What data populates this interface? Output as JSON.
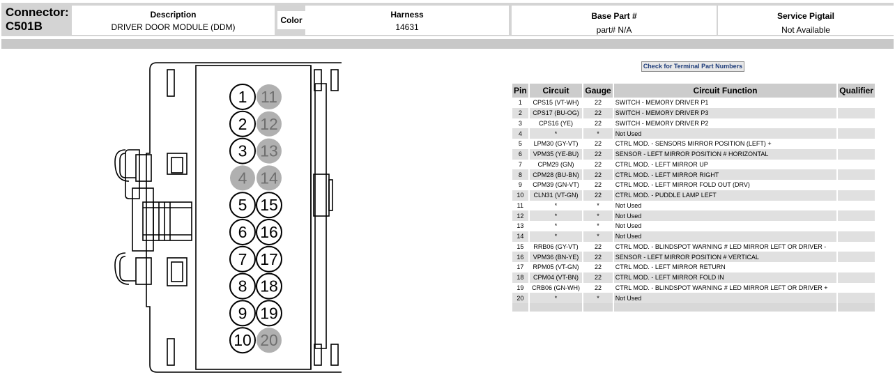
{
  "header": {
    "connector_label": "Connector:",
    "connector_id": "C501B",
    "description_title": "Description",
    "description_value": "DRIVER DOOR MODULE (DDM)",
    "color_title": "Color",
    "harness_title": "Harness",
    "harness_value": "14631",
    "base_part_title": "Base Part #",
    "base_part_value": "part# N/A",
    "pigtail_title": "Service Pigtail",
    "pigtail_value": "Not Available"
  },
  "diagram": {
    "pins": [
      {
        "num": "1",
        "used": true
      },
      {
        "num": "2",
        "used": true
      },
      {
        "num": "3",
        "used": true
      },
      {
        "num": "4",
        "used": false
      },
      {
        "num": "5",
        "used": true
      },
      {
        "num": "6",
        "used": true
      },
      {
        "num": "7",
        "used": true
      },
      {
        "num": "8",
        "used": true
      },
      {
        "num": "9",
        "used": true
      },
      {
        "num": "10",
        "used": true
      },
      {
        "num": "11",
        "used": false
      },
      {
        "num": "12",
        "used": false
      },
      {
        "num": "13",
        "used": false
      },
      {
        "num": "14",
        "used": false
      },
      {
        "num": "15",
        "used": true
      },
      {
        "num": "16",
        "used": true
      },
      {
        "num": "17",
        "used": true
      },
      {
        "num": "18",
        "used": true
      },
      {
        "num": "19",
        "used": true
      },
      {
        "num": "20",
        "used": false
      }
    ],
    "colors": {
      "used_fill": "#ffffff",
      "unused_fill": "#b0b0b0",
      "unused_text": "#6f6f6f",
      "stroke": "#000000"
    }
  },
  "check_button": "Check for Terminal Part Numbers",
  "table": {
    "headers": [
      "Pin",
      "Circuit",
      "Gauge",
      "Circuit Function",
      "Qualifier"
    ],
    "rows": [
      {
        "pin": "1",
        "circuit": "CPS15 (VT-WH)",
        "gauge": "22",
        "function": "SWITCH - MEMORY DRIVER P1",
        "qualifier": ""
      },
      {
        "pin": "2",
        "circuit": "CPS17 (BU-OG)",
        "gauge": "22",
        "function": "SWITCH - MEMORY DRIVER P3",
        "qualifier": ""
      },
      {
        "pin": "3",
        "circuit": "CPS16 (YE)",
        "gauge": "22",
        "function": "SWITCH - MEMORY DRIVER P2",
        "qualifier": ""
      },
      {
        "pin": "4",
        "circuit": "*",
        "gauge": "*",
        "function": "Not Used",
        "qualifier": ""
      },
      {
        "pin": "5",
        "circuit": "LPM30 (GY-VT)",
        "gauge": "22",
        "function": "CTRL MOD. - SENSORS MIRROR POSITION (LEFT) +",
        "qualifier": ""
      },
      {
        "pin": "6",
        "circuit": "VPM35 (YE-BU)",
        "gauge": "22",
        "function": "SENSOR - LEFT MIRROR POSITION # HORIZONTAL",
        "qualifier": ""
      },
      {
        "pin": "7",
        "circuit": "CPM29 (GN)",
        "gauge": "22",
        "function": "CTRL MOD. - LEFT MIRROR UP",
        "qualifier": ""
      },
      {
        "pin": "8",
        "circuit": "CPM28 (BU-BN)",
        "gauge": "22",
        "function": "CTRL MOD. - LEFT MIRROR RIGHT",
        "qualifier": ""
      },
      {
        "pin": "9",
        "circuit": "CPM39 (GN-VT)",
        "gauge": "22",
        "function": "CTRL MOD. - LEFT MIRROR FOLD OUT (DRV)",
        "qualifier": ""
      },
      {
        "pin": "10",
        "circuit": "CLN31 (VT-GN)",
        "gauge": "22",
        "function": "CTRL MOD. - PUDDLE LAMP LEFT",
        "qualifier": ""
      },
      {
        "pin": "11",
        "circuit": "*",
        "gauge": "*",
        "function": "Not Used",
        "qualifier": ""
      },
      {
        "pin": "12",
        "circuit": "*",
        "gauge": "*",
        "function": "Not Used",
        "qualifier": ""
      },
      {
        "pin": "13",
        "circuit": "*",
        "gauge": "*",
        "function": "Not Used",
        "qualifier": ""
      },
      {
        "pin": "14",
        "circuit": "*",
        "gauge": "*",
        "function": "Not Used",
        "qualifier": ""
      },
      {
        "pin": "15",
        "circuit": "RRB06 (GY-VT)",
        "gauge": "22",
        "function": "CTRL MOD. - BLINDSPOT WARNING # LED MIRROR LEFT OR DRIVER -",
        "qualifier": ""
      },
      {
        "pin": "16",
        "circuit": "VPM36 (BN-YE)",
        "gauge": "22",
        "function": "SENSOR - LEFT MIRROR POSITION # VERTICAL",
        "qualifier": ""
      },
      {
        "pin": "17",
        "circuit": "RPM05 (VT-GN)",
        "gauge": "22",
        "function": "CTRL MOD. - LEFT MIRROR RETURN",
        "qualifier": ""
      },
      {
        "pin": "18",
        "circuit": "CPM04 (VT-BN)",
        "gauge": "22",
        "function": "CTRL MOD. - LEFT MIRROR FOLD IN",
        "qualifier": ""
      },
      {
        "pin": "19",
        "circuit": "CRB06 (GN-WH)",
        "gauge": "22",
        "function": "CTRL MOD. - BLINDSPOT WARNING # LED MIRROR LEFT OR DRIVER +",
        "qualifier": ""
      },
      {
        "pin": "20",
        "circuit": "*",
        "gauge": "*",
        "function": "Not Used",
        "qualifier": ""
      }
    ]
  }
}
